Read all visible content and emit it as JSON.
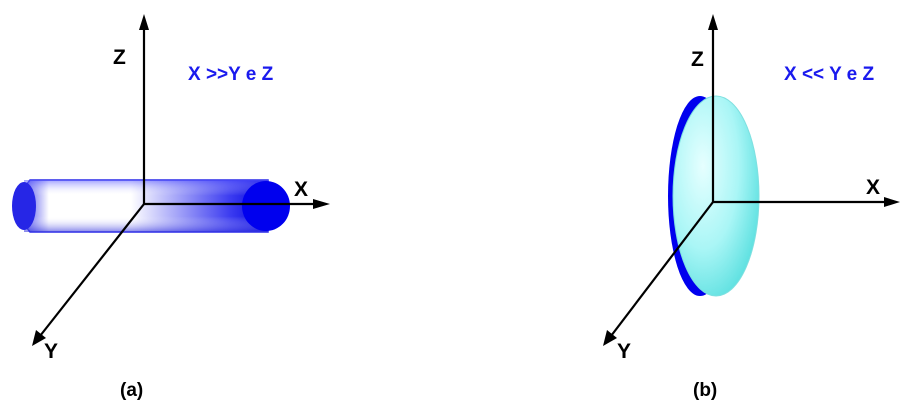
{
  "panels": [
    {
      "id": "a",
      "caption": "(a)",
      "condition": "X >>Y e Z",
      "axes": {
        "x": "X",
        "y": "Y",
        "z": "Z"
      },
      "shape": "elongated-cylinder",
      "colors": {
        "body_dark": "#0000ee",
        "body_light": "#ffffff"
      }
    },
    {
      "id": "b",
      "caption": "(b)",
      "condition": "X << Y e Z",
      "axes": {
        "x": "X",
        "y": "Y",
        "z": "Z"
      },
      "shape": "flat-disk",
      "colors": {
        "face": "#aaf6f6",
        "rim": "#0000ee"
      }
    }
  ],
  "colors": {
    "condition_text": "#1a1aee",
    "axes": "#000000"
  }
}
